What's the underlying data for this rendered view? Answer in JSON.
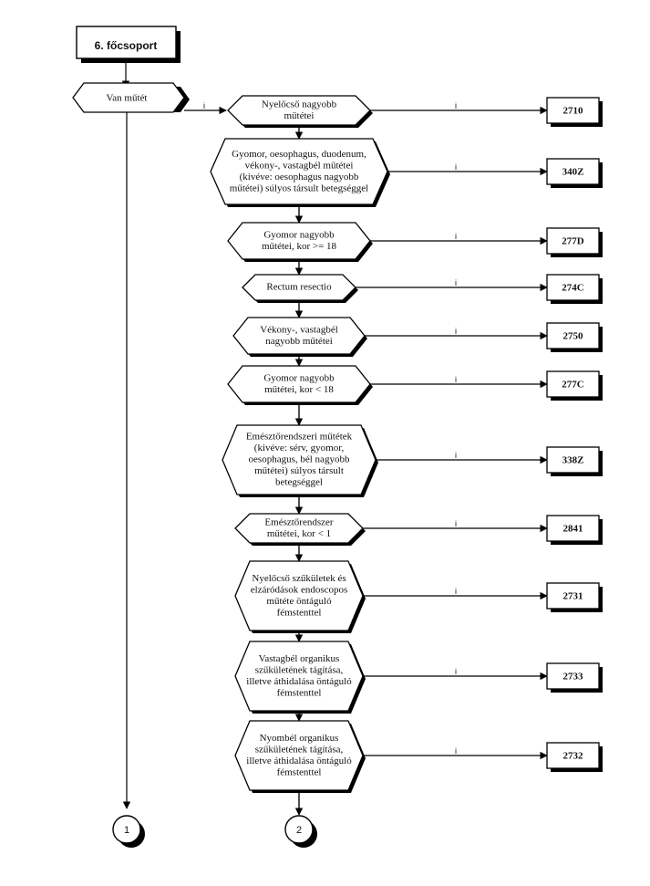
{
  "main_group_title": "6. főcsoport",
  "start_condition": "Van műtét",
  "edge_label": "i",
  "decisions": [
    {
      "lines": [
        "Nyelőcső nagyobb",
        "műtétei"
      ],
      "outcome": "2710"
    },
    {
      "lines": [
        "Gyomor, oesophagus, duodenum,",
        "vékony-, vastagbél műtétei",
        "(kivéve: oesophagus nagyobb",
        "műtétei) súlyos társult betegséggel"
      ],
      "outcome": "340Z"
    },
    {
      "lines": [
        "Gyomor nagyobb",
        "műtétei, kor >= 18"
      ],
      "outcome": "277D"
    },
    {
      "lines": [
        "Rectum resectio"
      ],
      "outcome": "274C"
    },
    {
      "lines": [
        "Vékony-, vastagbél",
        "nagyobb műtétei"
      ],
      "outcome": "2750"
    },
    {
      "lines": [
        "Gyomor nagyobb",
        "műtétei, kor < 18"
      ],
      "outcome": "277C"
    },
    {
      "lines": [
        "Emésztőrendszeri műtétek",
        "(kivéve: sérv, gyomor,",
        "oesophagus, bél nagyobb",
        "műtétei) súlyos társult",
        "betegséggel"
      ],
      "outcome": "338Z"
    },
    {
      "lines": [
        "Emésztőrendszer",
        "műtétei,  kor < 1"
      ],
      "outcome": "2841"
    },
    {
      "lines": [
        "Nyelőcső szűkületek és",
        "elzáródások endoscopos",
        "műtéte öntáguló",
        "fémstenttel"
      ],
      "outcome": "2731"
    },
    {
      "lines": [
        "Vastagbél organikus",
        "szűkületének tágítása,",
        "illetve áthidalása öntáguló",
        "fémstenttel"
      ],
      "outcome": "2733"
    },
    {
      "lines": [
        "Nyombél organikus",
        "szűkületének tágítása,",
        "illetve áthidalása öntáguló",
        "fémstenttel"
      ],
      "outcome": "2732"
    }
  ],
  "connectors": [
    "1",
    "2"
  ]
}
